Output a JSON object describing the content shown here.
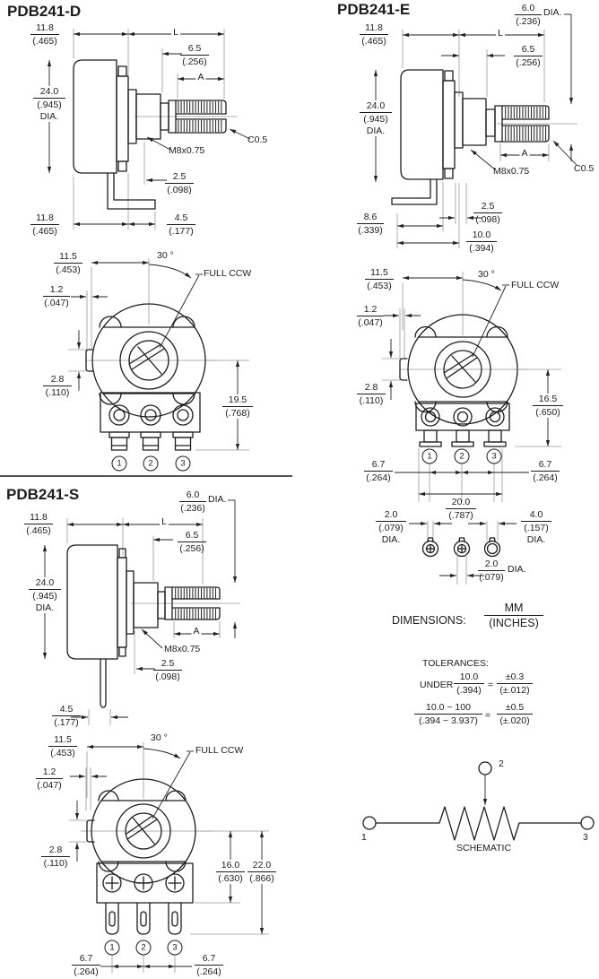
{
  "panels": {
    "d": {
      "title": "PDB241-D"
    },
    "e": {
      "title": "PDB241-E"
    },
    "s": {
      "title": "PDB241-S"
    }
  },
  "labels": {
    "shaft_length": "L",
    "flat_length": "A",
    "dia": "DIA.",
    "thread": "M8x0.75",
    "chamfer": "C0.5",
    "angle_30": "30 °",
    "full_ccw": "FULL CCW",
    "t1": "1",
    "t2": "2",
    "t3": "3",
    "dimensions": "DIMENSIONS:",
    "mm_unit": "MM",
    "inches_unit": "(INCHES)",
    "tolerances": "TOLERANCES:",
    "under": "UNDER",
    "equals": "=",
    "schematic": "SCHEMATIC"
  },
  "dims": {
    "d11_8": {
      "mm": "11.8",
      "in": "(.465)"
    },
    "d6_5": {
      "mm": "6.5",
      "in": "(.256)"
    },
    "d24_0": {
      "mm": "24.0",
      "in": "(.945)"
    },
    "d2_5": {
      "mm": "2.5",
      "in": "(.098)"
    },
    "d4_5": {
      "mm": "4.5",
      "in": "(.177)"
    },
    "d11_5": {
      "mm": "11.5",
      "in": "(.453)"
    },
    "d1_2": {
      "mm": "1.2",
      "in": "(.047)"
    },
    "d2_8": {
      "mm": "2.8",
      "in": "(.110)"
    },
    "d19_5": {
      "mm": "19.5",
      "in": "(.768)"
    },
    "d6_0": {
      "mm": "6.0",
      "in": "(.236)"
    },
    "d8_6": {
      "mm": "8.6",
      "in": "(.339)"
    },
    "d10_0": {
      "mm": "10.0",
      "in": "(.394)"
    },
    "d16_5": {
      "mm": "16.5",
      "in": "(.650)"
    },
    "d6_7": {
      "mm": "6.7",
      "in": "(.264)"
    },
    "d20_0": {
      "mm": "20.0",
      "in": "(.787)"
    },
    "d2_0": {
      "mm": "2.0",
      "in": "(.079)"
    },
    "d4_0": {
      "mm": "4.0",
      "in": "(.157)"
    },
    "d16_0": {
      "mm": "16.0",
      "in": "(.630)"
    },
    "d22_0": {
      "mm": "22.0",
      "in": "(.866)"
    }
  },
  "tolerances": {
    "row1": {
      "range_mm": "10.0",
      "range_in": "(.394)",
      "tol_mm": "±0.3",
      "tol_in": "(±.012)"
    },
    "row2": {
      "range_mm": "10.0 ~ 100",
      "range_in": "(.394 ~ 3.937)",
      "tol_mm": "±0.5",
      "tol_in": "(±.020)"
    }
  }
}
